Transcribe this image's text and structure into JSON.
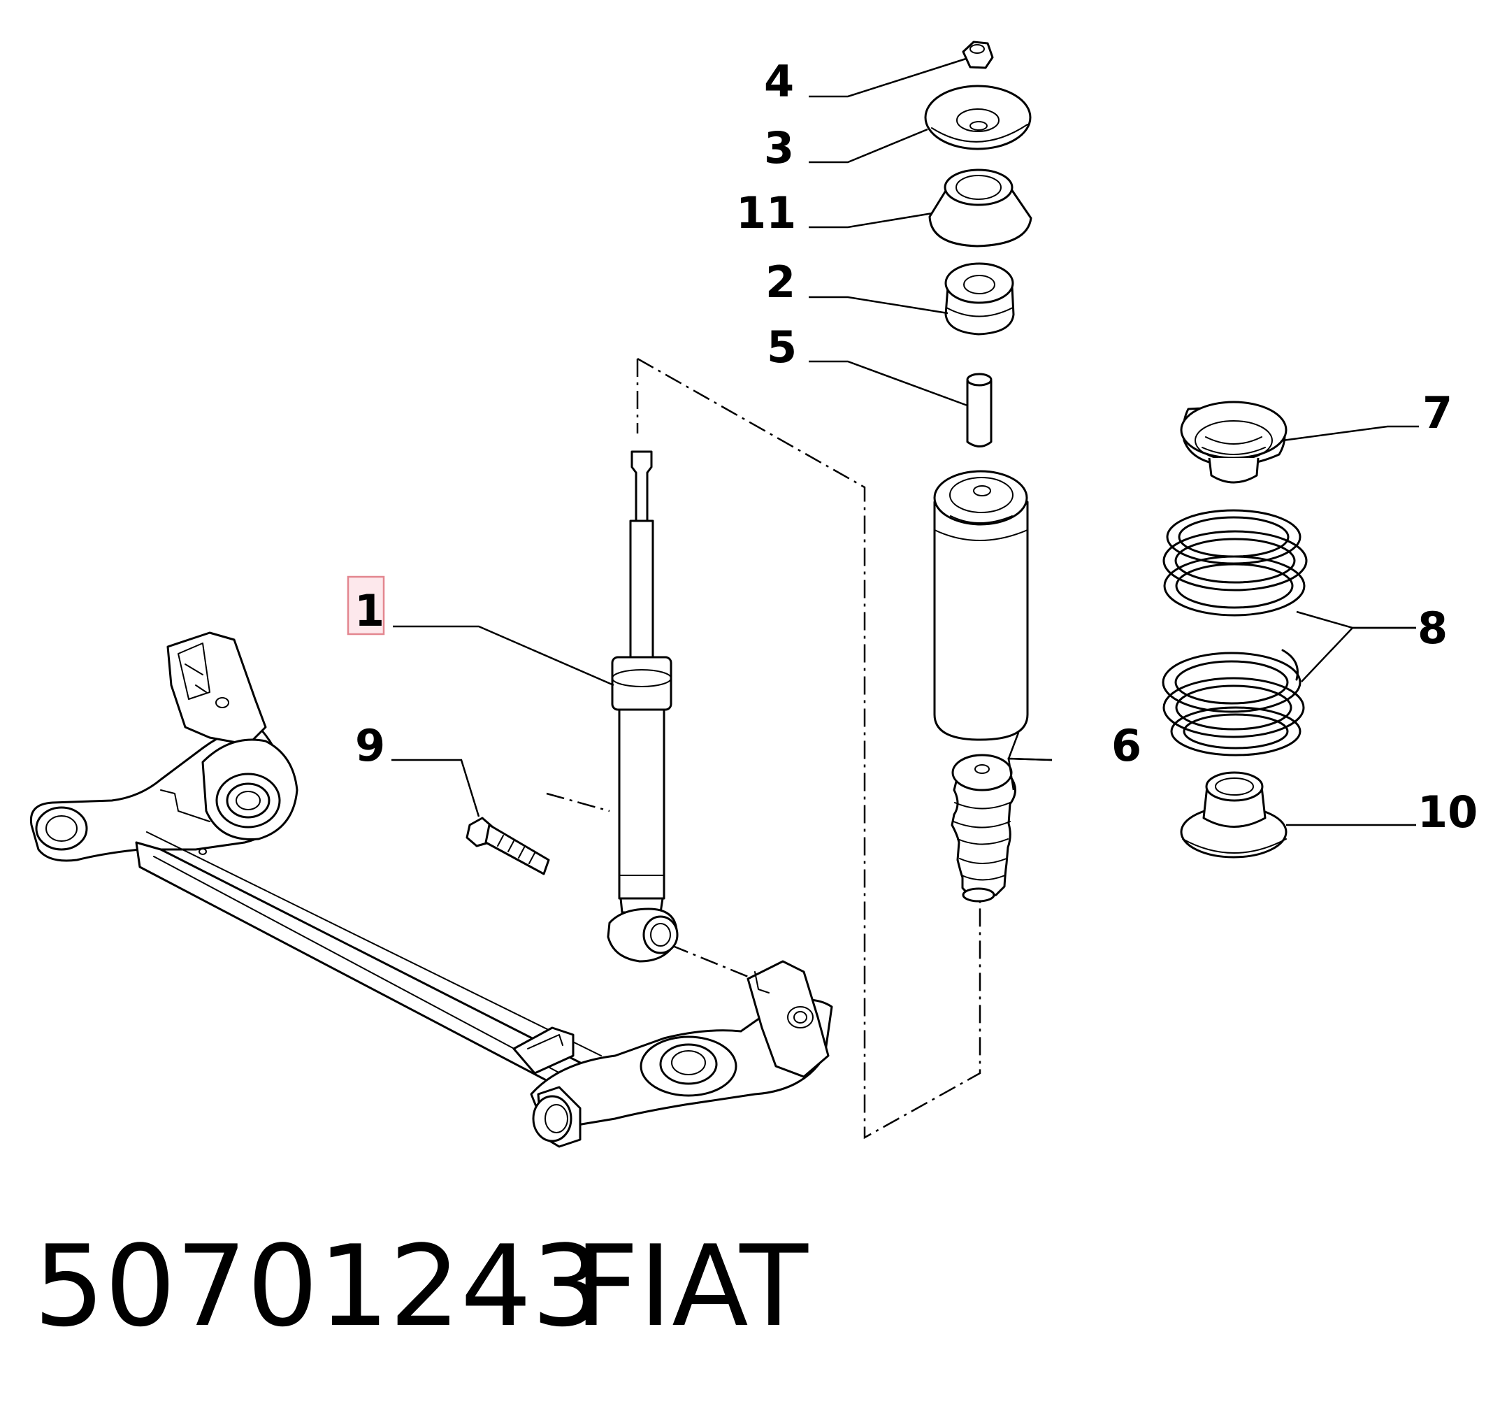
{
  "diagram": {
    "callouts": {
      "c1": "1",
      "c2": "2",
      "c3": "3",
      "c4": "4",
      "c5": "5",
      "c6": "6",
      "c7": "7",
      "c8": "8",
      "c9": "9",
      "c10": "10",
      "c11": "11"
    },
    "highlighted_callout": "1",
    "highlight_color": "#e3868f"
  },
  "footer": {
    "part_number": "50701243",
    "brand": "FIAT"
  }
}
